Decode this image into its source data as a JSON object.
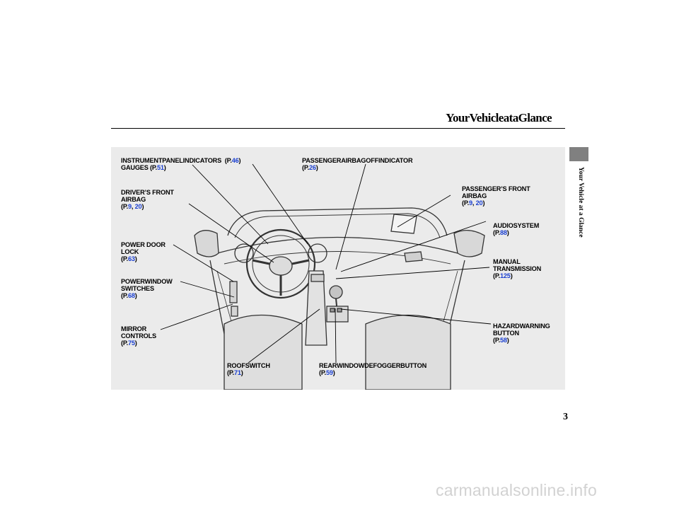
{
  "header": {
    "title": "YourVehicleataGlance"
  },
  "side": {
    "tab_text": "Your Vehicle at a Glance"
  },
  "page_number": "3",
  "watermark": "carmanualsonline.info",
  "callouts": {
    "instrument": {
      "line1": "INSTRUMENTPANELINDICATORS",
      "ref1_pre": "(P.",
      "ref1_page": "46",
      "ref1_post": ")",
      "line2": "GAUGES",
      "ref2_pre": "(P.",
      "ref2_page": "51",
      "ref2_post": ")"
    },
    "passenger_airbag_off": {
      "line1": "PASSENGERAIRBAGOFFINDICATOR",
      "ref_pre": "(P.",
      "ref_page": "26",
      "ref_post": ")"
    },
    "drivers_front_airbag": {
      "line1": "DRIVER’S FRONT",
      "line2": "AIRBAG",
      "ref_pre": "(P.",
      "ref_page": "9",
      "ref_sep": ", ",
      "ref_page2": "20",
      "ref_post": ")"
    },
    "passengers_front_airbag": {
      "line1": "PASSENGER’S FRONT",
      "line2": "AIRBAG",
      "ref_pre": "(P.",
      "ref_page": "9",
      "ref_sep": ", ",
      "ref_page2": "20",
      "ref_post": ")"
    },
    "audio_system": {
      "line1": "AUDIOSYSTEM",
      "ref_pre": "(P.",
      "ref_page": "88",
      "ref_post": ")"
    },
    "power_door_lock": {
      "line1": "POWER DOOR",
      "line2": "LOCK",
      "ref_pre": "(P.",
      "ref_page": "63",
      "ref_post": ")"
    },
    "manual_transmission": {
      "line1": "MANUAL",
      "line2": "TRANSMISSION",
      "ref_pre": "(P.",
      "ref_page": "125",
      "ref_post": ")"
    },
    "power_window_switches": {
      "line1": "POWERWINDOW",
      "line2": "SWITCHES",
      "ref_pre": "(P.",
      "ref_page": "68",
      "ref_post": ")"
    },
    "mirror_controls": {
      "line1": "MIRROR",
      "line2": "CONTROLS",
      "ref_pre": "(P.",
      "ref_page": "75",
      "ref_post": ")"
    },
    "hazard_warning_button": {
      "line1": "HAZARDWARNING",
      "line2": "BUTTON",
      "ref_pre": "(P.",
      "ref_page": "58",
      "ref_post": ")"
    },
    "roof_switch": {
      "line1": "ROOFSWITCH",
      "ref_pre": "(P.",
      "ref_page": "71",
      "ref_post": ")"
    },
    "rear_window_defogger": {
      "line1": "REARWINDOWDEFOGGERBUTTON",
      "ref_pre": "(P.",
      "ref_page": "59",
      "ref_post": ")"
    }
  }
}
